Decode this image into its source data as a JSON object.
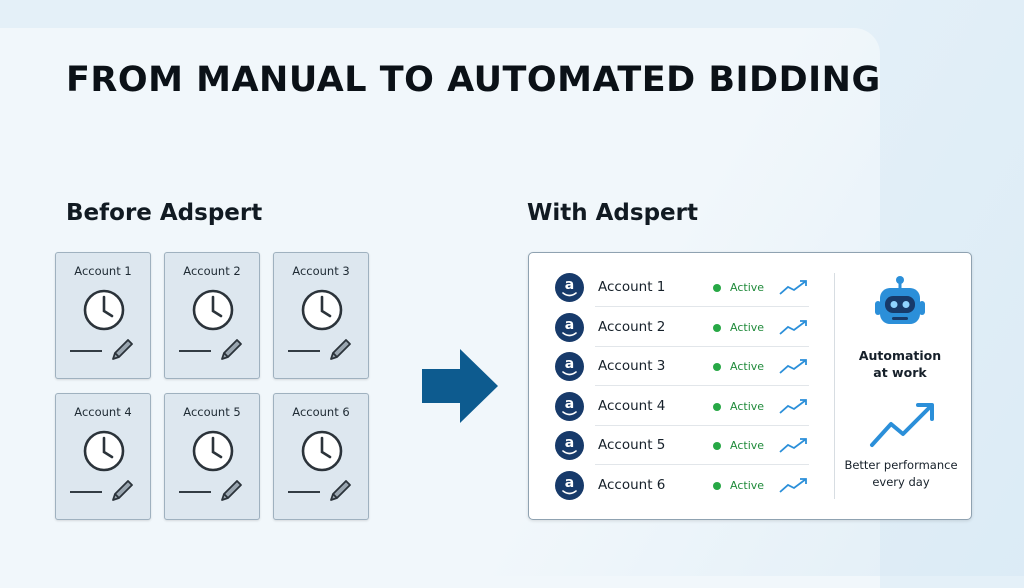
{
  "title": "FROM MANUAL TO AUTOMATED BIDDING",
  "before": {
    "heading": "Before Adspert",
    "accounts": [
      "Account 1",
      "Account 2",
      "Account 3",
      "Account 4",
      "Account 5",
      "Account 6"
    ]
  },
  "with": {
    "heading": "With Adspert",
    "accounts": [
      {
        "name": "Account 1",
        "status": "Active"
      },
      {
        "name": "Account 2",
        "status": "Active"
      },
      {
        "name": "Account 3",
        "status": "Active"
      },
      {
        "name": "Account 4",
        "status": "Active"
      },
      {
        "name": "Account 5",
        "status": "Active"
      },
      {
        "name": "Account 6",
        "status": "Active"
      }
    ],
    "logo_letter": "a",
    "automation_line1": "Automation",
    "automation_line2": "at work",
    "performance_line1": "Better performance",
    "performance_line2": "every day"
  },
  "colors": {
    "arrow": "#0d5b8f",
    "logo": "#173a6a",
    "active": "#27a845",
    "trend": "#2b8fd9"
  },
  "icons": {
    "card_clock": "clock-icon",
    "card_pencil": "pencil-icon",
    "arrow": "arrow-right-icon",
    "row_logo": "amazon-logo-icon",
    "row_trend": "trend-up-icon",
    "robot": "robot-icon",
    "big_trend": "trend-up-icon"
  }
}
